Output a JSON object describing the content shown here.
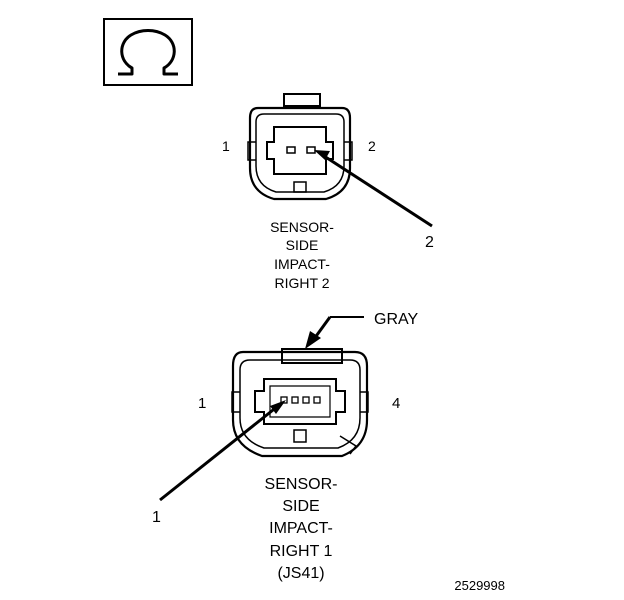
{
  "symbol": {
    "glyph": "Ω",
    "icon": "ohm-symbol-icon"
  },
  "connector_top": {
    "pin_left": "1",
    "pin_right": "2",
    "callout": "2",
    "title_lines": [
      "SENSOR-",
      "SIDE",
      "IMPACT-",
      "RIGHT 2"
    ]
  },
  "connector_bottom": {
    "color_label": "GRAY",
    "pin_left": "1",
    "pin_right": "4",
    "callout": "1",
    "title_lines": [
      "SENSOR-",
      "SIDE",
      "IMPACT-",
      "RIGHT 1",
      "(JS41)"
    ]
  },
  "figure_number": "2529998",
  "colors": {
    "ink": "#000000",
    "background": "#ffffff"
  }
}
